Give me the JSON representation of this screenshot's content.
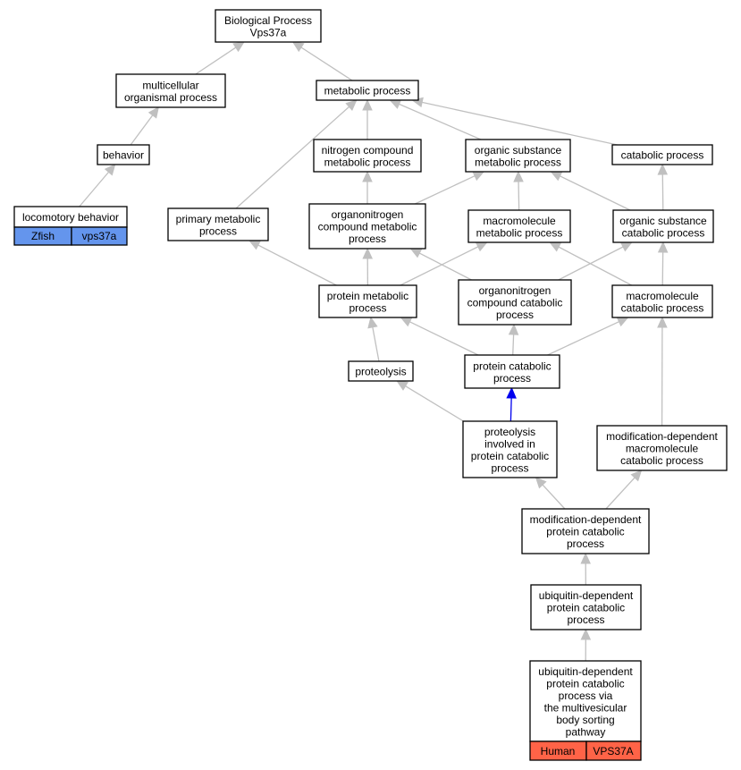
{
  "colors": {
    "zfish": "#6495ed",
    "human": "#ff6347",
    "edge_default": "#c0c0c0",
    "edge_highlight": "#0000ee"
  },
  "nodes": {
    "bp_root": [
      "Biological Process",
      "Vps37a"
    ],
    "multicellular": [
      "multicellular",
      "organismal process"
    ],
    "metabolic": [
      "metabolic process"
    ],
    "behavior": [
      "behavior"
    ],
    "nitrogen_compound": [
      "nitrogen compound",
      "metabolic process"
    ],
    "organic_substance_metabolic": [
      "organic substance",
      "metabolic process"
    ],
    "catabolic": [
      "catabolic process"
    ],
    "locomotory": [
      "locomotory behavior"
    ],
    "primary_metabolic": [
      "primary metabolic",
      "process"
    ],
    "organonitrogen_metabolic": [
      "organonitrogen",
      "compound metabolic",
      "process"
    ],
    "macromolecule_metabolic": [
      "macromolecule",
      "metabolic process"
    ],
    "organic_substance_catabolic": [
      "organic substance",
      "catabolic process"
    ],
    "protein_metabolic": [
      "protein metabolic",
      "process"
    ],
    "organonitrogen_catabolic": [
      "organonitrogen",
      "compound catabolic",
      "process"
    ],
    "macromolecule_catabolic": [
      "macromolecule",
      "catabolic process"
    ],
    "proteolysis": [
      "proteolysis"
    ],
    "protein_catabolic": [
      "protein catabolic",
      "process"
    ],
    "proteolysis_involved": [
      "proteolysis",
      "involved in",
      "protein catabolic",
      "process"
    ],
    "mod_dep_macromolecule": [
      "modification-dependent",
      "macromolecule",
      "catabolic process"
    ],
    "mod_dep_protein": [
      "modification-dependent",
      "protein catabolic",
      "process"
    ],
    "ubiquitin_dep": [
      "ubiquitin-dependent",
      "protein catabolic",
      "process"
    ],
    "ubiquitin_mvb": [
      "ubiquitin-dependent",
      "protein catabolic",
      "process via",
      "the multivesicular",
      "body sorting",
      "pathway"
    ]
  },
  "annotations": {
    "zfish": {
      "species": "Zfish",
      "gene": "vps37a"
    },
    "human": {
      "species": "Human",
      "gene": "VPS37A"
    }
  },
  "edges": [
    {
      "from": "multicellular",
      "to": "bp_root"
    },
    {
      "from": "metabolic",
      "to": "bp_root"
    },
    {
      "from": "behavior",
      "to": "multicellular"
    },
    {
      "from": "locomotory",
      "to": "behavior"
    },
    {
      "from": "nitrogen_compound",
      "to": "metabolic"
    },
    {
      "from": "organic_substance_metabolic",
      "to": "metabolic"
    },
    {
      "from": "catabolic",
      "to": "metabolic"
    },
    {
      "from": "primary_metabolic",
      "to": "metabolic"
    },
    {
      "from": "organonitrogen_metabolic",
      "to": "nitrogen_compound"
    },
    {
      "from": "organonitrogen_metabolic",
      "to": "organic_substance_metabolic"
    },
    {
      "from": "macromolecule_metabolic",
      "to": "organic_substance_metabolic"
    },
    {
      "from": "organic_substance_catabolic",
      "to": "organic_substance_metabolic"
    },
    {
      "from": "organic_substance_catabolic",
      "to": "catabolic"
    },
    {
      "from": "protein_metabolic",
      "to": "primary_metabolic"
    },
    {
      "from": "protein_metabolic",
      "to": "organonitrogen_metabolic"
    },
    {
      "from": "protein_metabolic",
      "to": "macromolecule_metabolic"
    },
    {
      "from": "organonitrogen_catabolic",
      "to": "organonitrogen_metabolic"
    },
    {
      "from": "organonitrogen_catabolic",
      "to": "organic_substance_catabolic"
    },
    {
      "from": "macromolecule_catabolic",
      "to": "macromolecule_metabolic"
    },
    {
      "from": "macromolecule_catabolic",
      "to": "organic_substance_catabolic"
    },
    {
      "from": "proteolysis",
      "to": "protein_metabolic"
    },
    {
      "from": "protein_catabolic",
      "to": "protein_metabolic"
    },
    {
      "from": "protein_catabolic",
      "to": "organonitrogen_catabolic"
    },
    {
      "from": "protein_catabolic",
      "to": "macromolecule_catabolic"
    },
    {
      "from": "proteolysis_involved",
      "to": "proteolysis"
    },
    {
      "from": "proteolysis_involved",
      "to": "protein_catabolic",
      "highlight": true
    },
    {
      "from": "mod_dep_macromolecule",
      "to": "macromolecule_catabolic"
    },
    {
      "from": "mod_dep_protein",
      "to": "proteolysis_involved"
    },
    {
      "from": "mod_dep_protein",
      "to": "mod_dep_macromolecule"
    },
    {
      "from": "ubiquitin_dep",
      "to": "mod_dep_protein"
    },
    {
      "from": "ubiquitin_mvb",
      "to": "ubiquitin_dep"
    }
  ]
}
